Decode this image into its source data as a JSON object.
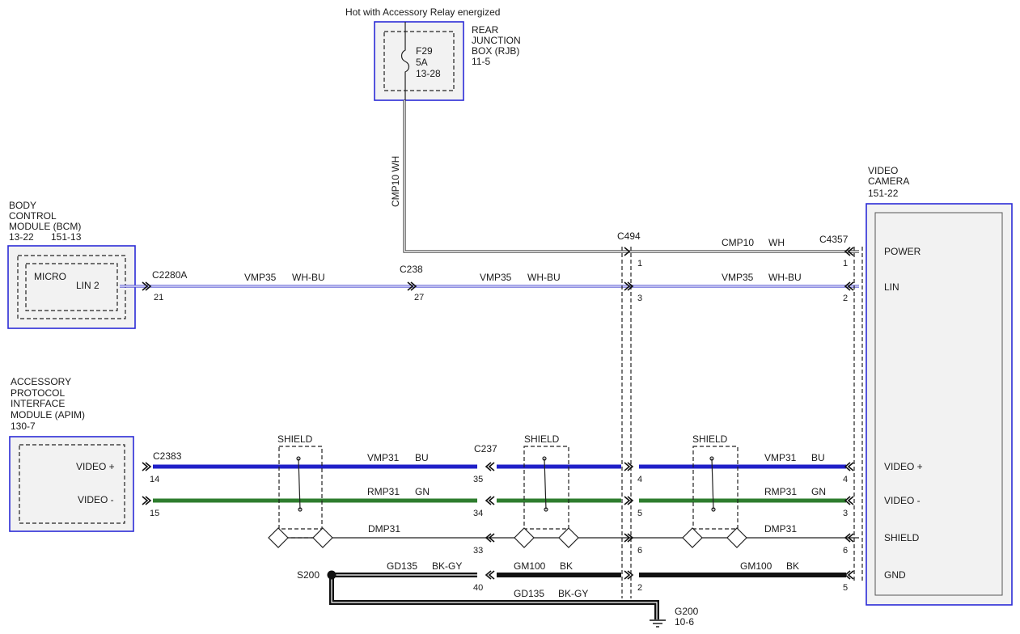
{
  "rjb": {
    "header": "Hot with Accessory Relay energized",
    "title": [
      "REAR",
      "JUNCTION",
      "BOX (RJB)",
      "11-5"
    ],
    "fuse": [
      "F29",
      "5A",
      "13-28"
    ]
  },
  "bcm": {
    "title": [
      "BODY",
      "CONTROL",
      "MODULE (BCM)"
    ],
    "ref": [
      "13-22",
      "151-13"
    ],
    "inner": "MICRO",
    "pin": "LIN 2"
  },
  "apim": {
    "title": [
      "ACCESSORY",
      "PROTOCOL",
      "INTERFACE",
      "MODULE (APIM)",
      "130-7"
    ],
    "pins": [
      "VIDEO +",
      "VIDEO -"
    ]
  },
  "camera": {
    "title": [
      "VIDEO",
      "CAMERA",
      "151-22"
    ],
    "pins": [
      "POWER",
      "LIN",
      "VIDEO +",
      "VIDEO -",
      "SHIELD",
      "GND"
    ]
  },
  "connectors": {
    "c2280a": "C2280A",
    "c238": "C238",
    "c494": "C494",
    "c4357": "C4357",
    "c2383": "C2383",
    "c237": "C237"
  },
  "pins": {
    "c2280a_21": "21",
    "c238_27": "27",
    "c494_1": "1",
    "c494_3": "3",
    "c4357_1": "1",
    "c4357_2": "2",
    "c2383_14": "14",
    "c2383_15": "15",
    "c237_35": "35",
    "c237_34": "34",
    "c237_33": "33",
    "c237_40": "40",
    "c494_4": "4",
    "c494_5": "5",
    "c494_6": "6",
    "c494_2": "2",
    "c4357_4": "4",
    "c4357_3": "3",
    "c4357_6": "6",
    "c4357_5": "5"
  },
  "wires": {
    "cmp10_vertical": "CMP10   WH",
    "cmp10": "CMP10",
    "cmp10_color": "WH",
    "vmp35": "VMP35",
    "vmp35_color": "WH-BU",
    "vmp31": "VMP31",
    "vmp31_color": "BU",
    "rmp31": "RMP31",
    "rmp31_color": "GN",
    "dmp31": "DMP31",
    "gd135": "GD135",
    "gd135_color": "BK-GY",
    "gm100": "GM100",
    "gm100_color": "BK"
  },
  "shield_label": "SHIELD",
  "splice": "S200",
  "ground": {
    "name": "G200",
    "ref": "10-6"
  },
  "colors": {
    "module_border": "#2b2bd6",
    "blue_wire": "#1f1fc8",
    "green_wire": "#2e7d2e",
    "black_wire": "#111111"
  }
}
